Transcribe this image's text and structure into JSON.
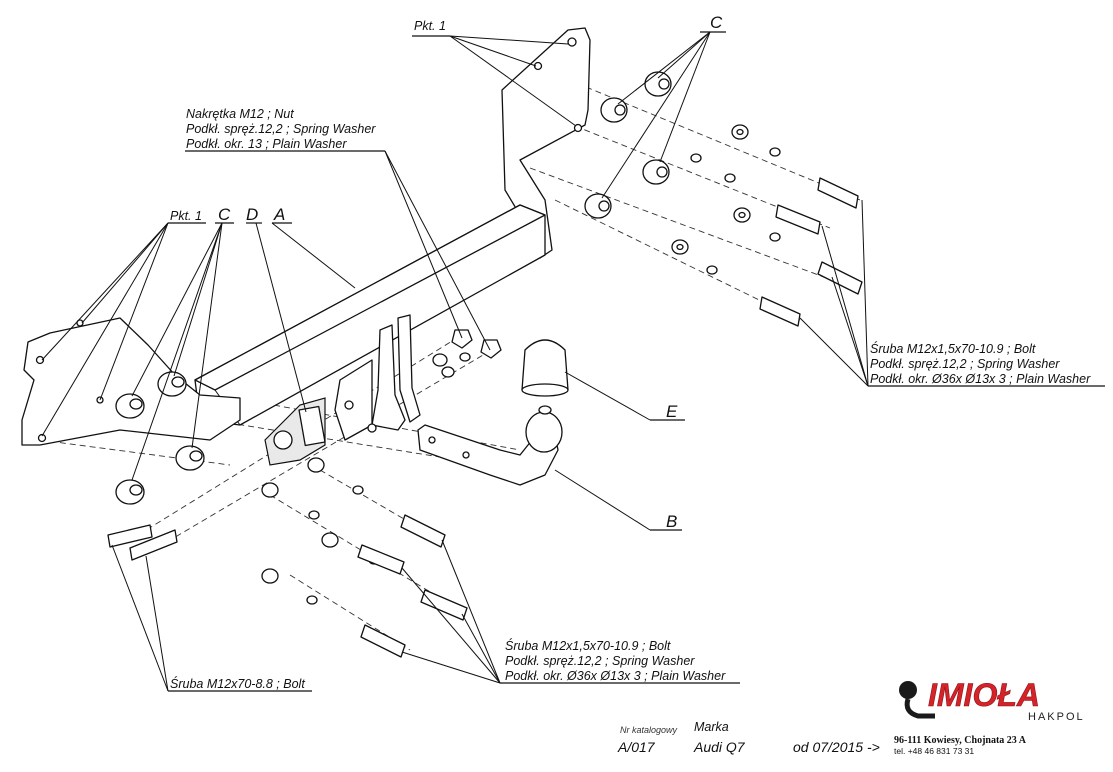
{
  "labels": {
    "pkt1_top": "Pkt. 1",
    "c_top": "C",
    "pkt1_left": "Pkt. 1",
    "c_left": "C",
    "d": "D",
    "a": "A",
    "e": "E",
    "b": "B",
    "nut_lines": [
      "Nakrętka  M12 ; Nut",
      "Podkł. spręż.12,2 ; Spring Washer",
      "Podkł. okr. 13 ; Plain Washer"
    ],
    "bolt_right_lines": [
      "Śruba M12x1,5x70-10.9 ;  Bolt",
      "Podkł. spręż.12,2 ; Spring Washer",
      "Podkł. okr.  Ø36x Ø13x 3 ; Plain Washer"
    ],
    "bolt_center_lines": [
      "Śruba M12x1,5x70-10.9 ;  Bolt",
      "Podkł. spręż.12,2 ; Spring Washer",
      "Podkł. okr.  Ø36x Ø13x 3 ; Plain Washer"
    ],
    "bolt_left": "Śruba M12x70-8.8 ;  Bolt"
  },
  "footer": {
    "catalog_label": "Nr katalogowy",
    "brand_label": "Marka",
    "catalog_value": "A/017",
    "brand_value": "Audi Q7",
    "date_value": "od 07/2015 ->",
    "logo_main": "IMIOŁA",
    "logo_sub": "HAKPOL",
    "address": "96-111 Kowiesy, Chojnata 23 A",
    "phone": "tel. +48 46 831 73 31"
  },
  "colors": {
    "logo_red": "#d4242a",
    "line": "#111111"
  },
  "icons": {
    "logo_ball": "tow-ball-logo-icon"
  }
}
